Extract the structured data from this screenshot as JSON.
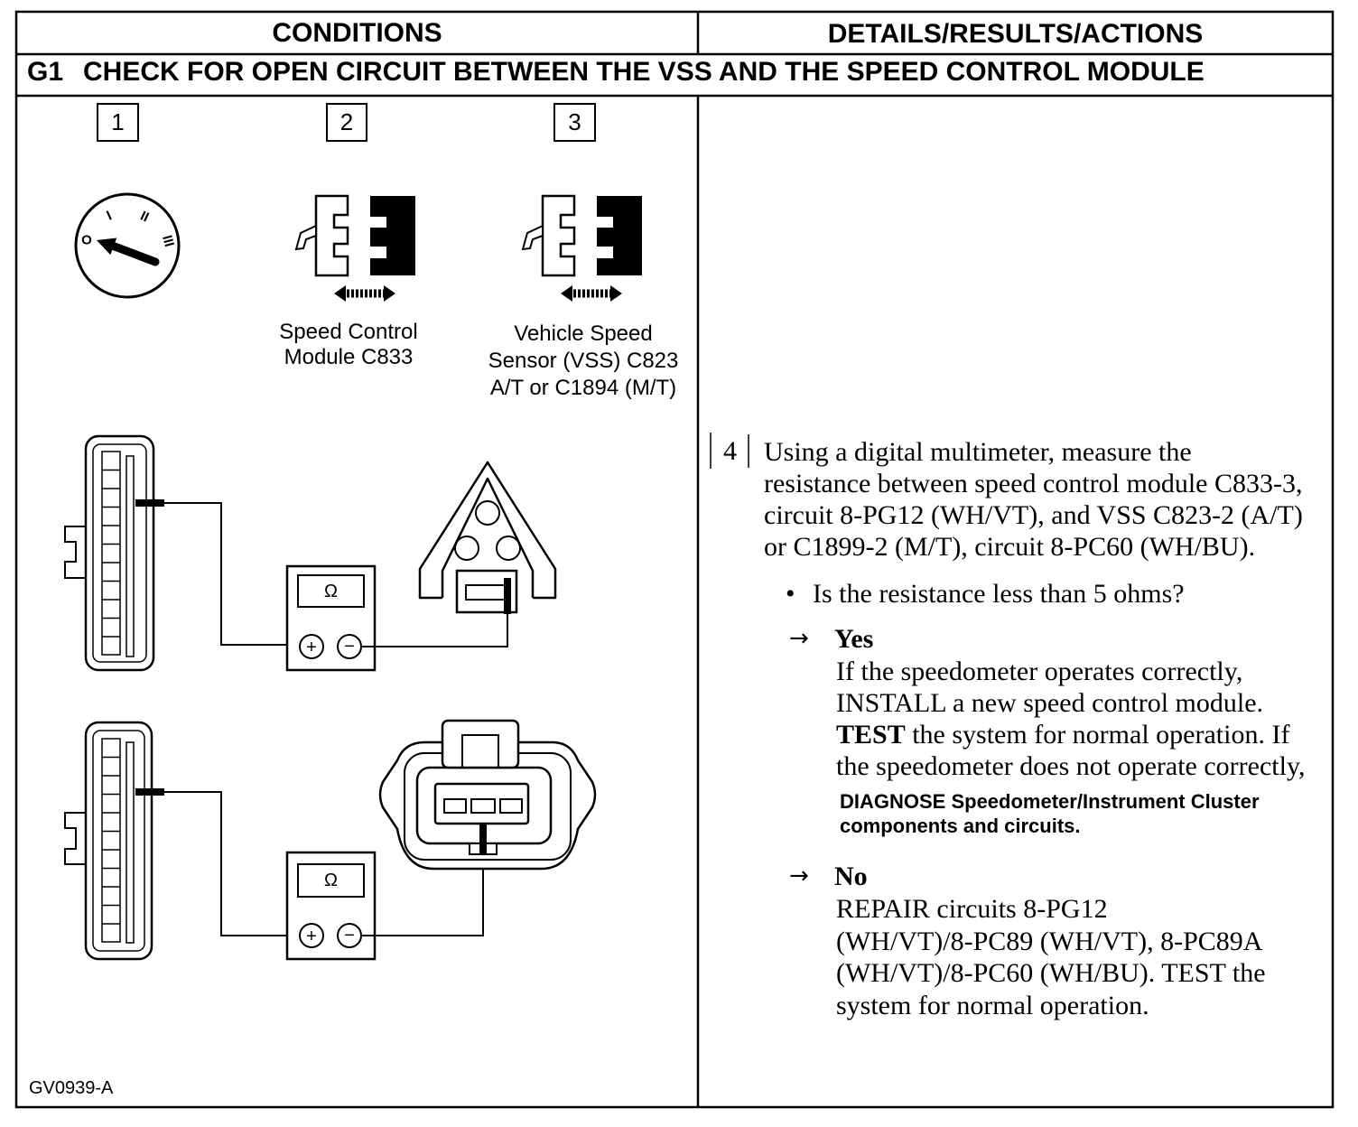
{
  "header": {
    "conditions": "CONDITIONS",
    "details": "DETAILS/RESULTS/ACTIONS"
  },
  "test_step": {
    "id": "G1",
    "title": "CHECK FOR OPEN CIRCUIT BETWEEN THE VSS AND THE SPEED CONTROL MODULE"
  },
  "conditions": {
    "step_numbers": [
      "1",
      "2",
      "3"
    ],
    "ignition_positions": [
      "O",
      "I",
      "II",
      "III"
    ],
    "connector_captions": [
      [
        "Speed Control",
        "Module C833"
      ],
      [
        "Vehicle Speed",
        "Sensor (VSS) C823",
        "A/T or C1894 (M/T)"
      ]
    ],
    "meter_symbol": "Ω",
    "meter_positive": "+",
    "meter_negative": "−",
    "figure_id": "GV0939-A"
  },
  "details": {
    "step_number": "4",
    "instruction_lines": [
      "Using a digital multimeter, measure the",
      "resistance between speed control module C833-3,",
      "circuit 8-PG12 (WH/VT), and VSS C823-2 (A/T)",
      "or C1899-2 (M/T), circuit 8-PC60 (WH/BU)."
    ],
    "bullet": "•",
    "question": "Is the resistance less than 5 ohms?",
    "arrow": "→",
    "yes": {
      "label": "Yes",
      "lines": [
        {
          "plain": "If the speedometer operates correctly,"
        },
        {
          "plain": "INSTALL a new speed control module."
        },
        {
          "bold": "TEST",
          "plain": "the system for normal operation. If"
        },
        {
          "plain": "the speedometer does not operate correctly,"
        }
      ],
      "diagnose_lines": [
        "DIAGNOSE Speedometer/Instrument Cluster",
        "components and circuits."
      ]
    },
    "no": {
      "label": "No",
      "lines": [
        "REPAIR circuits 8-PG12",
        "(WH/VT)/8-PC89 (WH/VT), 8-PC89A",
        "(WH/VT)/8-PC60 (WH/BU). TEST the",
        "system for normal operation."
      ]
    }
  },
  "icons": {
    "ignition": "ignition-switch-icon",
    "disconnect": "connector-disconnect-icon",
    "module_connector": "module-connector-icon",
    "multimeter": "multimeter-icon",
    "vss_connector_at": "vss-connector-triangle-icon",
    "vss_connector_mt": "vss-connector-oval-icon"
  }
}
